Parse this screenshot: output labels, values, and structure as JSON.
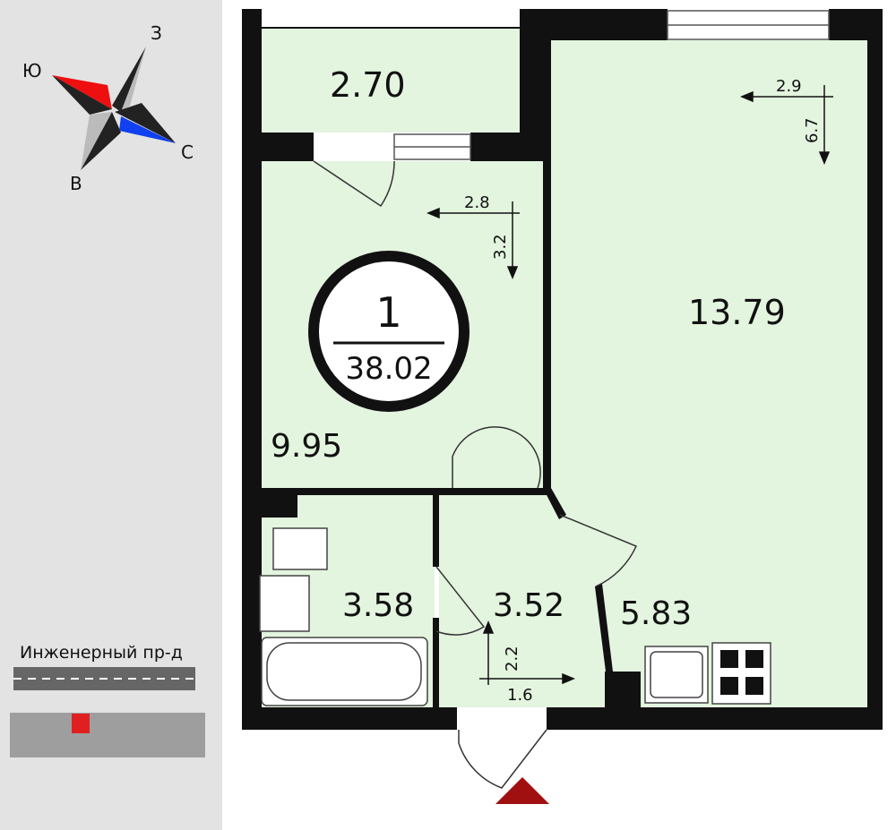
{
  "compass": {
    "north": "С",
    "south": "Ю",
    "east": "В",
    "west": "З"
  },
  "legend": {
    "street": "Инженерный пр-д"
  },
  "apartment": {
    "rooms": "1",
    "total_area": "38.02"
  },
  "rooms": {
    "balcony": "2.70",
    "hall": "9.95",
    "living": "13.79",
    "bathroom": "3.58",
    "corridor": "3.52",
    "kitchen": "5.83"
  },
  "dimensions": {
    "living_w": "2.9",
    "living_h": "6.7",
    "hall_w": "2.8",
    "hall_h": "3.2",
    "corridor_h": "2.2",
    "corridor_w": "1.6"
  },
  "colors": {
    "room": "#e3f4df",
    "wall": "#111111",
    "sidebar": "#e3e3e3",
    "north": "#1040f0",
    "south": "#ee1010",
    "marker": "#e02020",
    "entrance": "#a01010"
  }
}
